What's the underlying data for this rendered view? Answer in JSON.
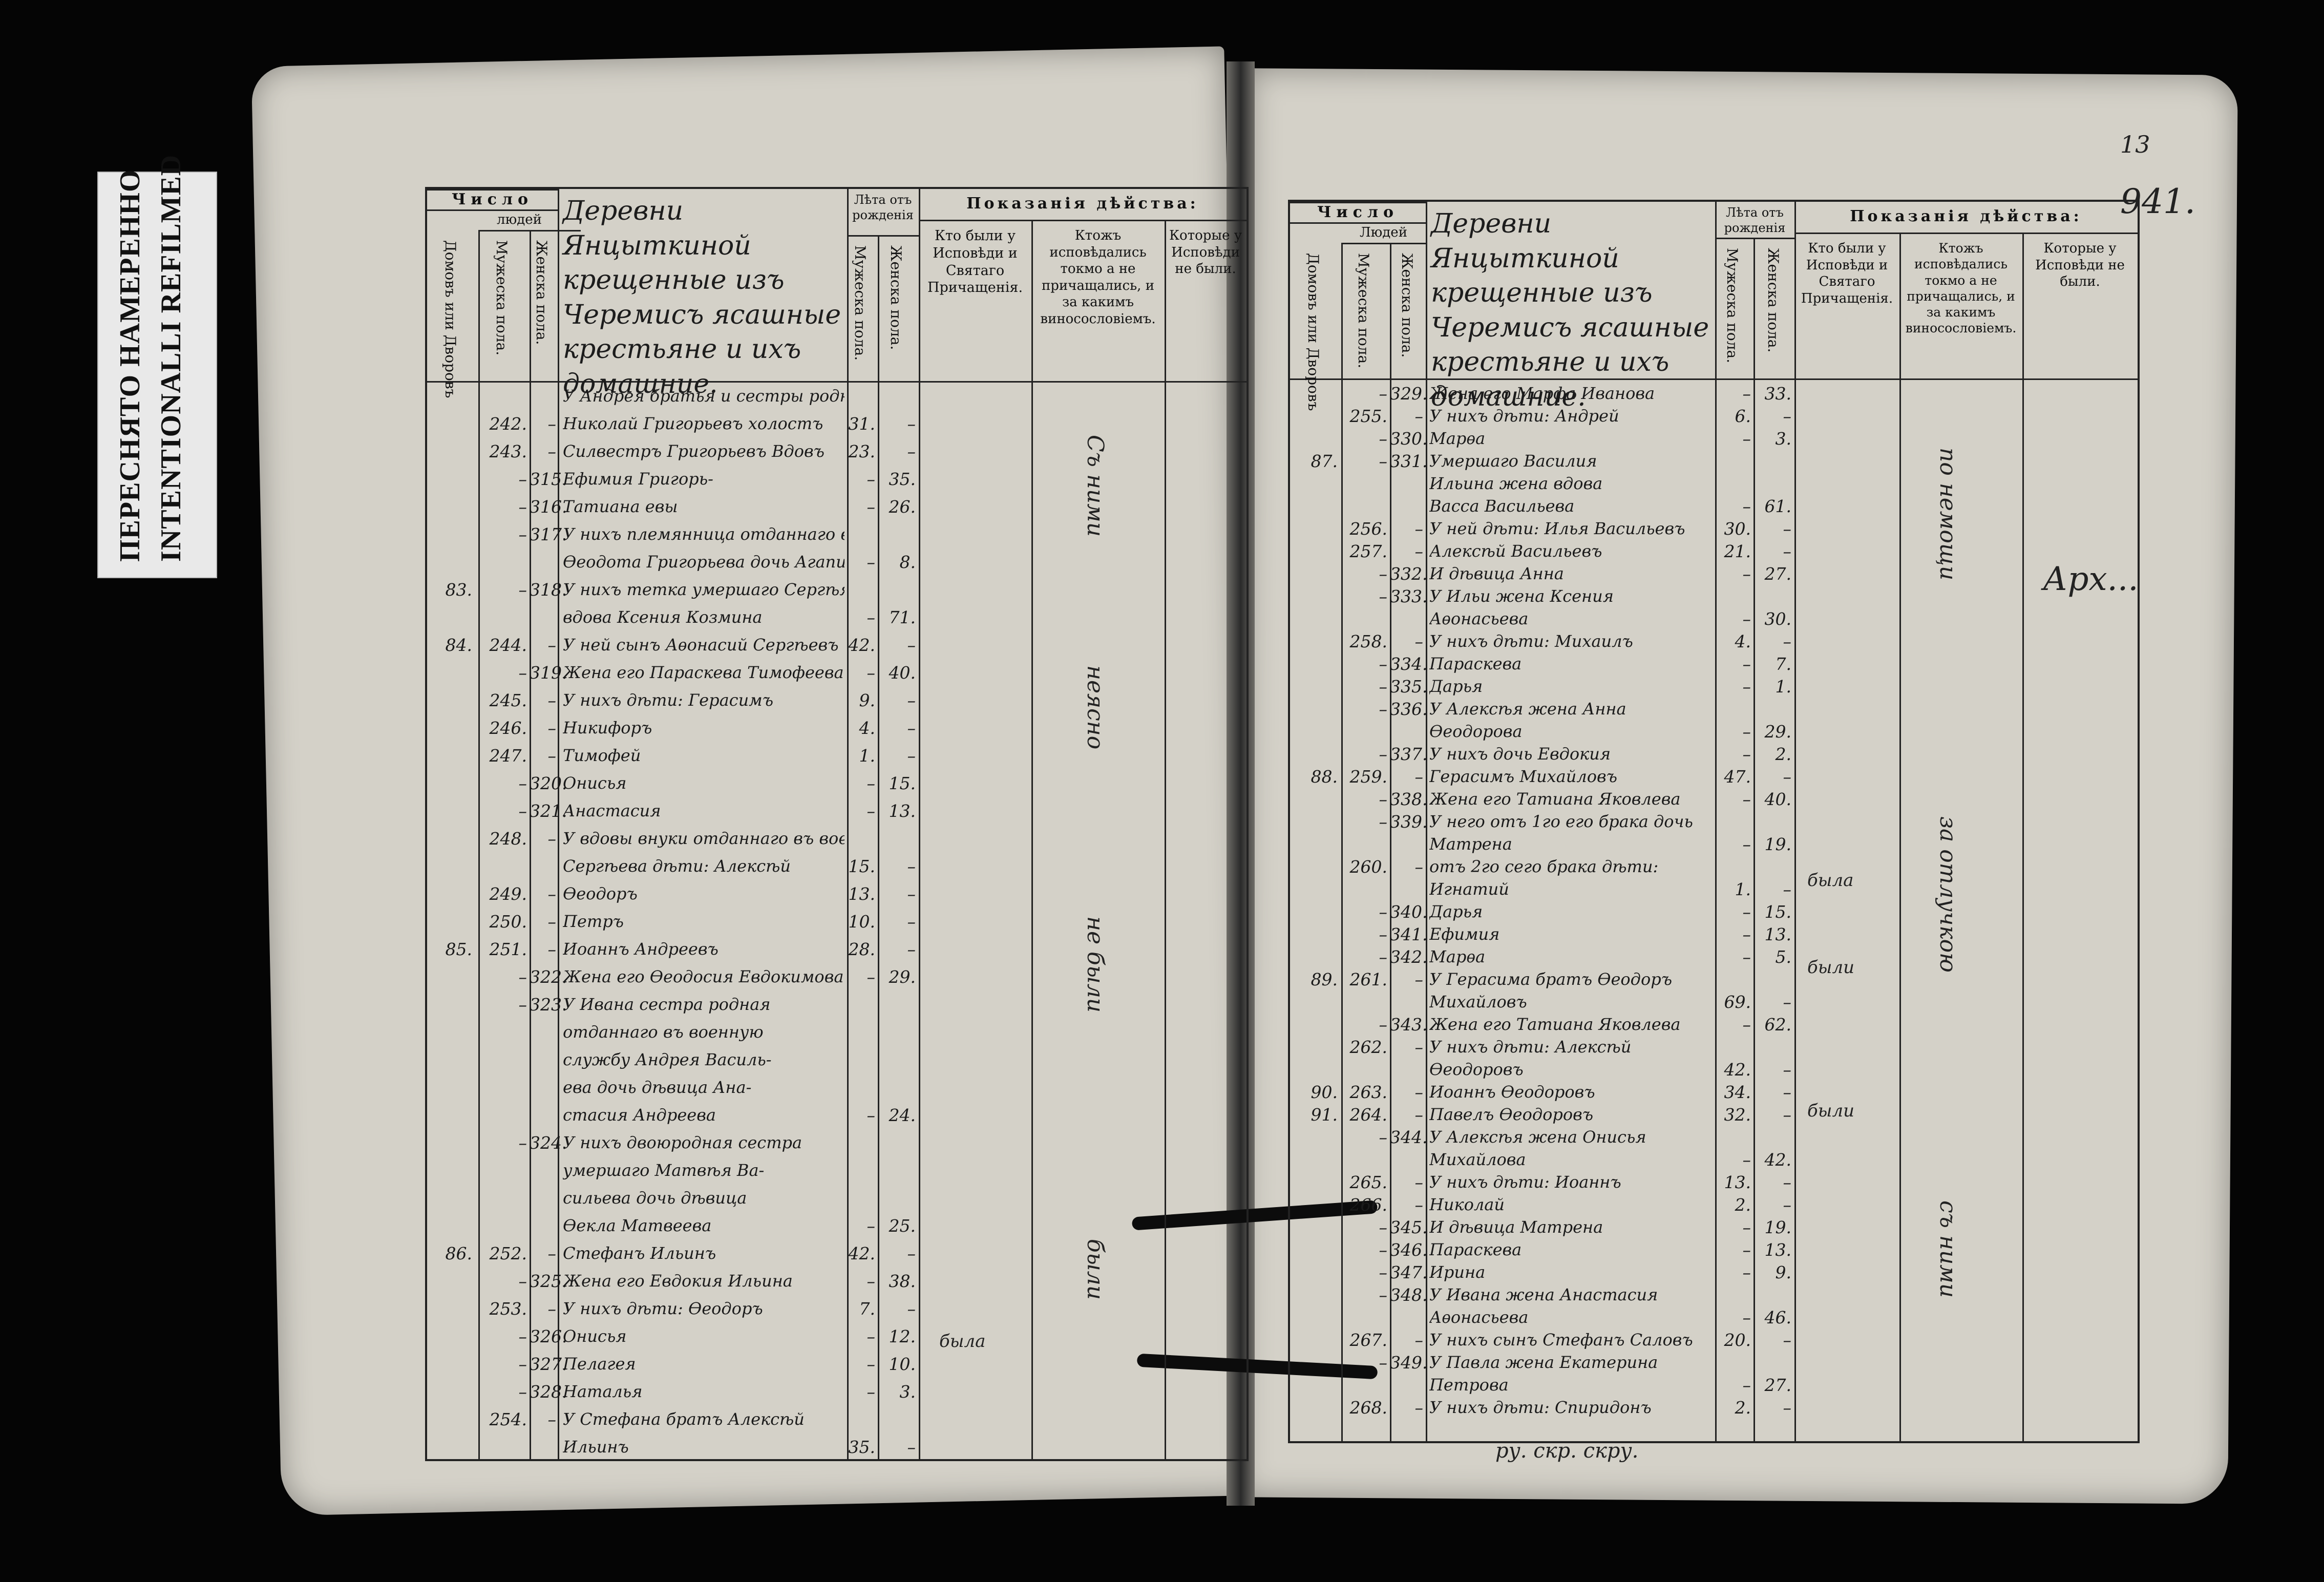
{
  "film_label": {
    "line1": "ПЕРЕСНЯТО НАМЕРЕННО",
    "line2": "INTENTIONALLI REFILMED"
  },
  "left_page": {
    "header": {
      "chislo": "Число",
      "lyudei": "людей",
      "domov": "Домовъ или Дворовъ",
      "muzh": "Мужеска пола.",
      "zhen": "Женска пола.",
      "title": "Деревни Янцыткиной крещенные изъ Черемисъ ясашные крестьяне и ихъ домашние.",
      "leta": "Лѣта отъ рожденія",
      "leta_m": "Мужеска пола.",
      "leta_f": "Женска пола.",
      "pokazaniya": "Показанія дѣйства:",
      "kto_byli": "Кто были у Исповѣди и Святаго Причащенія.",
      "ktozh": "Ктожъ исповѣдались токмо а не причащались, и за какимъ виносословіемъ.",
      "kotorye": "Которые у Исповѣди не были."
    },
    "rows": [
      {
        "house": "",
        "m": "",
        "f": "",
        "name": "У Андрея братья и сестры родныя умершаго Сергѣя Герасимова дѣти:",
        "am": "",
        "af": ""
      },
      {
        "house": "",
        "m": "242.",
        "f": "–",
        "name": "Николай Григорьевъ холостъ",
        "am": "31.",
        "af": "–"
      },
      {
        "house": "",
        "m": "243.",
        "f": "–",
        "name": "Силвестръ Григорьевъ Вдовъ",
        "am": "23.",
        "af": "–"
      },
      {
        "house": "",
        "m": "–",
        "f": "315.",
        "name": "Ефимия Григорь-",
        "am": "–",
        "af": "35."
      },
      {
        "house": "",
        "m": "–",
        "f": "316.",
        "name": "Татиана евы",
        "am": "–",
        "af": "26."
      },
      {
        "house": "",
        "m": "–",
        "f": "317.",
        "name": "У нихъ племянница отданнаго въ военную службу",
        "am": "",
        "af": ""
      },
      {
        "house": "",
        "m": "",
        "f": "",
        "name": "Ѳеодота Григорьева дочь Агапина",
        "am": "–",
        "af": "8."
      },
      {
        "house": "83.",
        "m": "–",
        "f": "318.",
        "name": "У нихъ тетка умершаго Сергѣя Григорьева жена",
        "am": "",
        "af": ""
      },
      {
        "house": "",
        "m": "",
        "f": "",
        "name": "вдова Ксения Козмина",
        "am": "–",
        "af": "71."
      },
      {
        "house": "84.",
        "m": "244.",
        "f": "–",
        "name": "У ней сынъ Аѳонасий Сергѣевъ",
        "am": "42.",
        "af": "–"
      },
      {
        "house": "",
        "m": "–",
        "f": "319.",
        "name": "Жена его Параскева Тимофеева",
        "am": "–",
        "af": "40."
      },
      {
        "house": "",
        "m": "245.",
        "f": "–",
        "name": "У нихъ дѣти: Герасимъ",
        "am": "9.",
        "af": "–"
      },
      {
        "house": "",
        "m": "246.",
        "f": "–",
        "name": "Никифоръ",
        "am": "4.",
        "af": "–"
      },
      {
        "house": "",
        "m": "247.",
        "f": "–",
        "name": "Тимофей",
        "am": "1.",
        "af": "–"
      },
      {
        "house": "",
        "m": "–",
        "f": "320.",
        "name": "Онисья",
        "am": "–",
        "af": "15."
      },
      {
        "house": "",
        "m": "–",
        "f": "321.",
        "name": "Анастасия",
        "am": "–",
        "af": "13."
      },
      {
        "house": "",
        "m": "248.",
        "f": "–",
        "name": "У вдовы внуки отданнаго въ военную службу Спиридона",
        "am": "",
        "af": ""
      },
      {
        "house": "",
        "m": "",
        "f": "",
        "name": "Сергѣева дѣти: Алексѣй",
        "am": "15.",
        "af": "–"
      },
      {
        "house": "",
        "m": "249.",
        "f": "–",
        "name": "Ѳеодоръ",
        "am": "13.",
        "af": "–"
      },
      {
        "house": "",
        "m": "250.",
        "f": "–",
        "name": "Петръ",
        "am": "10.",
        "af": "–"
      },
      {
        "house": "85.",
        "m": "251.",
        "f": "–",
        "name": "Иоаннъ Андреевъ",
        "am": "28.",
        "af": "–"
      },
      {
        "house": "",
        "m": "–",
        "f": "322.",
        "name": "Жена его Ѳеодосия Евдокимова",
        "am": "–",
        "af": "29."
      },
      {
        "house": "",
        "m": "–",
        "f": "323.",
        "name": "У Ивана сестра родная",
        "am": "",
        "af": ""
      },
      {
        "house": "",
        "m": "",
        "f": "",
        "name": "отданнаго въ военную",
        "am": "",
        "af": ""
      },
      {
        "house": "",
        "m": "",
        "f": "",
        "name": "службу Андрея Василь-",
        "am": "",
        "af": ""
      },
      {
        "house": "",
        "m": "",
        "f": "",
        "name": "ева дочь дѣвица Ана-",
        "am": "",
        "af": ""
      },
      {
        "house": "",
        "m": "",
        "f": "",
        "name": "стасия Андреева",
        "am": "–",
        "af": "24."
      },
      {
        "house": "",
        "m": "–",
        "f": "324.",
        "name": "У нихъ двоюродная сестра",
        "am": "",
        "af": ""
      },
      {
        "house": "",
        "m": "",
        "f": "",
        "name": "умершаго Матвѣя Ва-",
        "am": "",
        "af": ""
      },
      {
        "house": "",
        "m": "",
        "f": "",
        "name": "сильева дочь дѣвица",
        "am": "",
        "af": ""
      },
      {
        "house": "",
        "m": "",
        "f": "",
        "name": "Ѳекла Матвеева",
        "am": "–",
        "af": "25."
      },
      {
        "house": "86.",
        "m": "252.",
        "f": "–",
        "name": "Стефанъ Ильинъ",
        "am": "42.",
        "af": "–"
      },
      {
        "house": "",
        "m": "–",
        "f": "325.",
        "name": "Жена его Евдокия Ильина",
        "am": "–",
        "af": "38."
      },
      {
        "house": "",
        "m": "253.",
        "f": "–",
        "name": "У нихъ дѣти: Ѳеодоръ",
        "am": "7.",
        "af": "–"
      },
      {
        "house": "",
        "m": "–",
        "f": "326.",
        "name": "Онисья",
        "am": "–",
        "af": "12."
      },
      {
        "house": "",
        "m": "–",
        "f": "327.",
        "name": "Пелагея",
        "am": "–",
        "af": "10."
      },
      {
        "house": "",
        "m": "–",
        "f": "328.",
        "name": "Наталья",
        "am": "–",
        "af": "3."
      },
      {
        "house": "",
        "m": "254.",
        "f": "–",
        "name": "У Стефана братъ Алексѣй",
        "am": "",
        "af": ""
      },
      {
        "house": "",
        "m": "",
        "f": "",
        "name": "Ильинъ",
        "am": "35.",
        "af": "–"
      }
    ],
    "vertical_notes": [
      "Съ ними",
      "неясно",
      "не были",
      "были"
    ],
    "note_byla": "была"
  },
  "right_page": {
    "folio_pencil": "13",
    "folio_ink": "941.",
    "header": {
      "chislo": "Число",
      "lyudei": "Людей",
      "domov": "Домовъ или Дворовъ",
      "muzh": "Мужеска пола.",
      "zhen": "Женска пола.",
      "title": "Деревни Янцыткиной крещенные изъ Черемисъ ясашные крестьяне и ихъ домашние.",
      "leta": "Лѣта отъ рожденія",
      "leta_m": "Мужеска пола.",
      "leta_f": "Женска пола.",
      "pokazaniya": "Показанія дѣйства:",
      "kto_byli": "Кто были у Исповѣди и Святаго Причащенія.",
      "ktozh": "Ктожъ исповѣдались токмо а не причащались, и за какимъ виносословіемъ.",
      "kotorye": "Которые у Исповѣди не были."
    },
    "rows": [
      {
        "house": "",
        "m": "–",
        "f": "329.",
        "name": "Жена его Марфа Иванова",
        "am": "–",
        "af": "33."
      },
      {
        "house": "",
        "m": "255.",
        "f": "–",
        "name": "У нихъ дѣти: Андрей",
        "am": "6.",
        "af": "–"
      },
      {
        "house": "",
        "m": "–",
        "f": "330.",
        "name": "Марѳа",
        "am": "–",
        "af": "3."
      },
      {
        "house": "87.",
        "m": "–",
        "f": "331.",
        "name": "Умершаго Василия",
        "am": "",
        "af": ""
      },
      {
        "house": "",
        "m": "",
        "f": "",
        "name": "Ильина жена вдова",
        "am": "",
        "af": ""
      },
      {
        "house": "",
        "m": "",
        "f": "",
        "name": "Васса Васильева",
        "am": "–",
        "af": "61."
      },
      {
        "house": "",
        "m": "256.",
        "f": "–",
        "name": "У ней дѣти: Илья Васильевъ",
        "am": "30.",
        "af": "–"
      },
      {
        "house": "",
        "m": "257.",
        "f": "–",
        "name": "Алексѣй Васильевъ",
        "am": "21.",
        "af": "–"
      },
      {
        "house": "",
        "m": "–",
        "f": "332.",
        "name": "И дѣвица Анна",
        "am": "–",
        "af": "27."
      },
      {
        "house": "",
        "m": "–",
        "f": "333.",
        "name": "У Ильи жена Ксения",
        "am": "",
        "af": ""
      },
      {
        "house": "",
        "m": "",
        "f": "",
        "name": "Аѳонасьева",
        "am": "–",
        "af": "30."
      },
      {
        "house": "",
        "m": "258.",
        "f": "–",
        "name": "У нихъ дѣти: Михаилъ",
        "am": "4.",
        "af": "–"
      },
      {
        "house": "",
        "m": "–",
        "f": "334.",
        "name": "Параскева",
        "am": "–",
        "af": "7."
      },
      {
        "house": "",
        "m": "–",
        "f": "335.",
        "name": "Дарья",
        "am": "–",
        "af": "1."
      },
      {
        "house": "",
        "m": "–",
        "f": "336.",
        "name": "У Алексѣя жена Анна",
        "am": "",
        "af": ""
      },
      {
        "house": "",
        "m": "",
        "f": "",
        "name": "Ѳеодорова",
        "am": "–",
        "af": "29."
      },
      {
        "house": "",
        "m": "–",
        "f": "337.",
        "name": "У нихъ дочь Евдокия",
        "am": "–",
        "af": "2."
      },
      {
        "house": "88.",
        "m": "259.",
        "f": "–",
        "name": "Герасимъ Михайловъ",
        "am": "47.",
        "af": "–"
      },
      {
        "house": "",
        "m": "–",
        "f": "338.",
        "name": "Жена его Татиана Яковлева",
        "am": "–",
        "af": "40."
      },
      {
        "house": "",
        "m": "–",
        "f": "339.",
        "name": "У него отъ 1го его брака дочь",
        "am": "",
        "af": ""
      },
      {
        "house": "",
        "m": "",
        "f": "",
        "name": "Матрена",
        "am": "–",
        "af": "19."
      },
      {
        "house": "",
        "m": "260.",
        "f": "–",
        "name": "отъ 2го сего брака дѣти:",
        "am": "",
        "af": ""
      },
      {
        "house": "",
        "m": "",
        "f": "",
        "name": "Игнатий",
        "am": "1.",
        "af": "–"
      },
      {
        "house": "",
        "m": "–",
        "f": "340.",
        "name": "Дарья",
        "am": "–",
        "af": "15."
      },
      {
        "house": "",
        "m": "–",
        "f": "341.",
        "name": "Ефимия",
        "am": "–",
        "af": "13."
      },
      {
        "house": "",
        "m": "–",
        "f": "342.",
        "name": "Марѳа",
        "am": "–",
        "af": "5."
      },
      {
        "house": "89.",
        "m": "261.",
        "f": "–",
        "name": "У Герасима братъ Ѳеодоръ",
        "am": "",
        "af": ""
      },
      {
        "house": "",
        "m": "",
        "f": "",
        "name": "Михайловъ",
        "am": "69.",
        "af": "–"
      },
      {
        "house": "",
        "m": "–",
        "f": "343.",
        "name": "Жена его Татиана Яковлева",
        "am": "–",
        "af": "62."
      },
      {
        "house": "",
        "m": "262.",
        "f": "–",
        "name": "У нихъ дѣти: Алексѣй",
        "am": "",
        "af": ""
      },
      {
        "house": "",
        "m": "",
        "f": "",
        "name": "Ѳеодоровъ",
        "am": "42.",
        "af": "–"
      },
      {
        "house": "90.",
        "m": "263.",
        "f": "–",
        "name": "Иоаннъ Ѳеодоровъ",
        "am": "34.",
        "af": "–"
      },
      {
        "house": "91.",
        "m": "264.",
        "f": "–",
        "name": "Павелъ Ѳеодоровъ",
        "am": "32.",
        "af": "–"
      },
      {
        "house": "",
        "m": "–",
        "f": "344.",
        "name": "У Алексѣя жена Онисья",
        "am": "",
        "af": ""
      },
      {
        "house": "",
        "m": "",
        "f": "",
        "name": "Михайлова",
        "am": "–",
        "af": "42."
      },
      {
        "house": "",
        "m": "265.",
        "f": "–",
        "name": "У нихъ дѣти: Иоаннъ",
        "am": "13.",
        "af": "–"
      },
      {
        "house": "",
        "m": "266.",
        "f": "–",
        "name": "Николай",
        "am": "2.",
        "af": "–"
      },
      {
        "house": "",
        "m": "–",
        "f": "345.",
        "name": "И дѣвица Матрена",
        "am": "–",
        "af": "19."
      },
      {
        "house": "",
        "m": "–",
        "f": "346.",
        "name": "Параскева",
        "am": "–",
        "af": "13."
      },
      {
        "house": "",
        "m": "–",
        "f": "347.",
        "name": "Ирина",
        "am": "–",
        "af": "9."
      },
      {
        "house": "",
        "m": "–",
        "f": "348.",
        "name": "У Ивана жена Анастасия",
        "am": "",
        "af": ""
      },
      {
        "house": "",
        "m": "",
        "f": "",
        "name": "Аѳонасьева",
        "am": "–",
        "af": "46."
      },
      {
        "house": "",
        "m": "267.",
        "f": "–",
        "name": "У нихъ сынъ Стефанъ Саловъ",
        "am": "20.",
        "af": "–"
      },
      {
        "house": "",
        "m": "–",
        "f": "349.",
        "name": "У Павла жена Екатерина",
        "am": "",
        "af": ""
      },
      {
        "house": "",
        "m": "",
        "f": "",
        "name": "Петрова",
        "am": "–",
        "af": "27."
      },
      {
        "house": "",
        "m": "268.",
        "f": "–",
        "name": "У нихъ дѣти: Спиридонъ",
        "am": "2.",
        "af": "–"
      }
    ],
    "vertical_notes": [
      "по немощи",
      "за отлучкою",
      "съ ними"
    ],
    "notes_byla": [
      "была",
      "были",
      "были"
    ],
    "signature": "Арх...",
    "footer_sign": "ру. скр. скру."
  }
}
